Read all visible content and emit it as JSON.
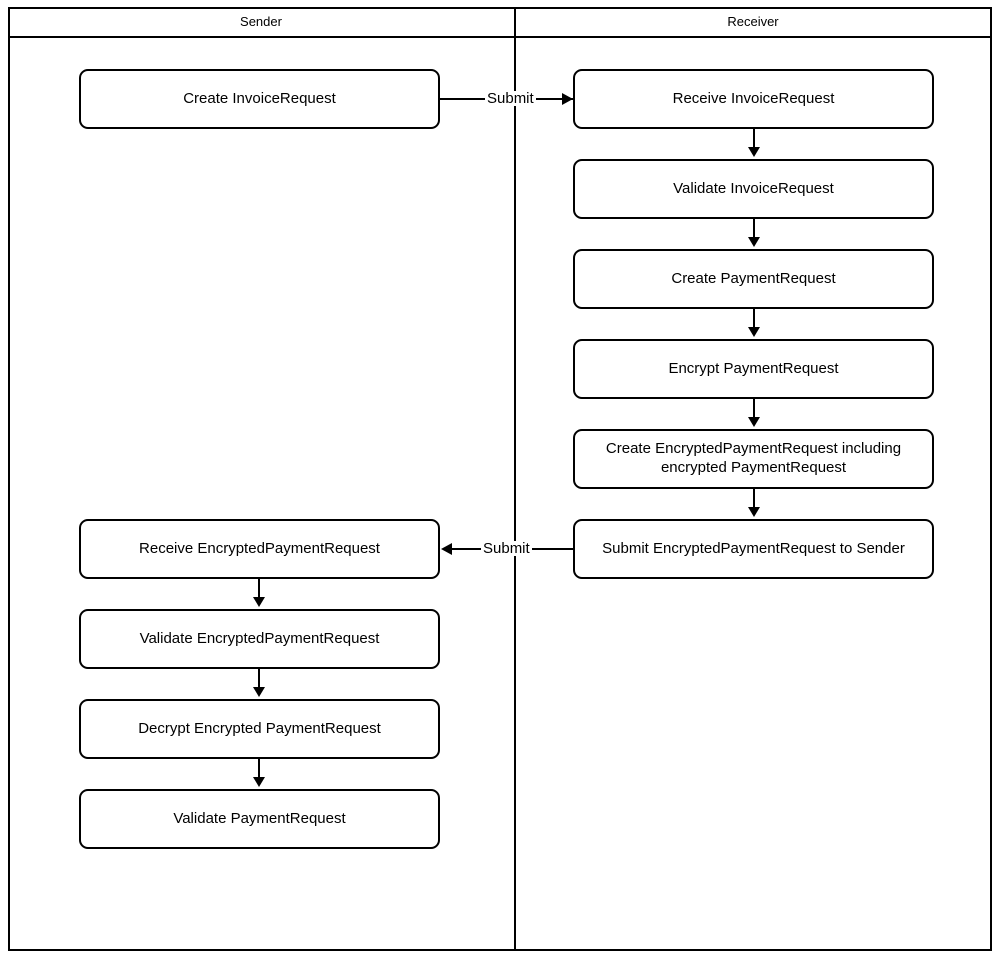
{
  "diagram": {
    "type": "bpmn-swimlane-flowchart",
    "title_visible": false,
    "lanes": [
      {
        "id": "sender",
        "label": "Sender"
      },
      {
        "id": "receiver",
        "label": "Receiver"
      }
    ],
    "nodes": [
      {
        "id": "n1",
        "lane": "sender",
        "label": "Create InvoiceRequest"
      },
      {
        "id": "n2",
        "lane": "receiver",
        "label": "Receive InvoiceRequest"
      },
      {
        "id": "n3",
        "lane": "receiver",
        "label": "Validate InvoiceRequest"
      },
      {
        "id": "n4",
        "lane": "receiver",
        "label": "Create PaymentRequest"
      },
      {
        "id": "n5",
        "lane": "receiver",
        "label": "Encrypt PaymentRequest"
      },
      {
        "id": "n6",
        "lane": "receiver",
        "label": "Create EncryptedPaymentRequest including encrypted PaymentRequest"
      },
      {
        "id": "n7",
        "lane": "receiver",
        "label": "Submit EncryptedPaymentRequest to Sender"
      },
      {
        "id": "n8",
        "lane": "sender",
        "label": "Receive EncryptedPaymentRequest"
      },
      {
        "id": "n9",
        "lane": "sender",
        "label": "Validate EncryptedPaymentRequest"
      },
      {
        "id": "n10",
        "lane": "sender",
        "label": "Decrypt Encrypted PaymentRequest"
      },
      {
        "id": "n11",
        "lane": "sender",
        "label": "Validate PaymentRequest"
      }
    ],
    "edges": [
      {
        "from": "n1",
        "to": "n2",
        "label": "Submit",
        "direction": "right"
      },
      {
        "from": "n2",
        "to": "n3",
        "label": "",
        "direction": "down"
      },
      {
        "from": "n3",
        "to": "n4",
        "label": "",
        "direction": "down"
      },
      {
        "from": "n4",
        "to": "n5",
        "label": "",
        "direction": "down"
      },
      {
        "from": "n5",
        "to": "n6",
        "label": "",
        "direction": "down"
      },
      {
        "from": "n6",
        "to": "n7",
        "label": "",
        "direction": "down"
      },
      {
        "from": "n7",
        "to": "n8",
        "label": "Submit",
        "direction": "left"
      },
      {
        "from": "n8",
        "to": "n9",
        "label": "",
        "direction": "down"
      },
      {
        "from": "n9",
        "to": "n10",
        "label": "",
        "direction": "down"
      },
      {
        "from": "n10",
        "to": "n11",
        "label": "",
        "direction": "down"
      }
    ],
    "edge_labels": {
      "submit_to_receiver": "Submit",
      "submit_to_sender": "Submit"
    },
    "colors": {
      "stroke": "#000000",
      "fill": "#ffffff",
      "text": "#000000"
    }
  }
}
